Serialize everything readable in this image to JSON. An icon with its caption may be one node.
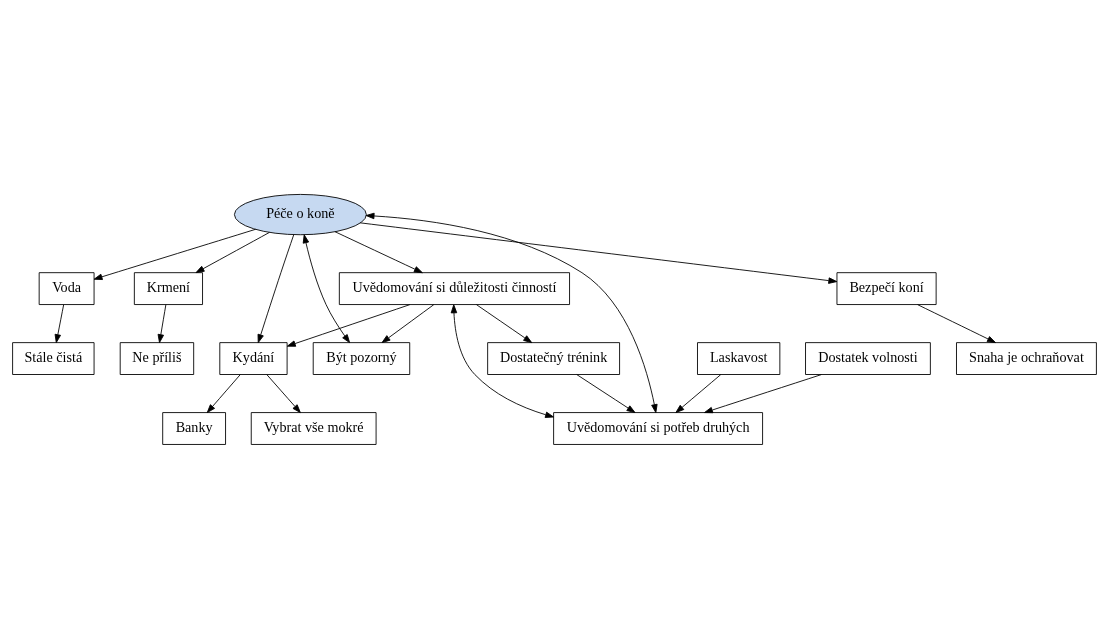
{
  "diagram": {
    "nodes": [
      {
        "text": [
          "Péče o koně"
        ]
      },
      {
        "text": [
          "Voda"
        ]
      },
      {
        "text": [
          "Stále čistá"
        ]
      },
      {
        "text": [
          "Krmení"
        ]
      },
      {
        "text": [
          "Ne příliš"
        ]
      },
      {
        "text": [
          "Kydání"
        ]
      },
      {
        "text": [
          "Vybrat vše mokré"
        ]
      },
      {
        "text": [
          "Banky"
        ]
      },
      {
        "text": [
          "Uvědomování si důležitosti činností"
        ]
      },
      {
        "text": [
          "Být pozorný"
        ]
      },
      {
        "text": [
          "Bezpečí koní"
        ]
      },
      {
        "text": [
          "Snaha je ochraňovat"
        ]
      },
      {
        "text": [
          "Dostatečný trénink"
        ]
      },
      {
        "text": [
          "Uvědomování si potřeb druhých"
        ]
      },
      {
        "text": [
          "Laskavost"
        ]
      },
      {
        "text": [
          "Dostatek volnosti"
        ]
      }
    ],
    "edges": [
      {
        "from": 0,
        "to": 1,
        "arrow": "to"
      },
      {
        "from": 1,
        "to": 2,
        "arrow": "to"
      },
      {
        "from": 0,
        "to": 3,
        "arrow": "to"
      },
      {
        "from": 3,
        "to": 4,
        "arrow": "to"
      },
      {
        "from": 0,
        "to": 5,
        "arrow": "to"
      },
      {
        "from": 5,
        "to": 6,
        "arrow": "to"
      },
      {
        "from": 5,
        "to": 7,
        "arrow": "to"
      },
      {
        "from": 8,
        "to": 5,
        "arrow": "to"
      },
      {
        "from": 0,
        "to": 8,
        "arrow": "to"
      },
      {
        "from": 0,
        "to": 9,
        "arrow": "both"
      },
      {
        "from": 8,
        "to": 9,
        "arrow": "to"
      },
      {
        "from": 8,
        "to": 12,
        "arrow": "to"
      },
      {
        "from": 0,
        "to": 10,
        "arrow": "to"
      },
      {
        "from": 10,
        "to": 11,
        "arrow": "to"
      },
      {
        "from": 0,
        "to": 13,
        "arrow": "both"
      },
      {
        "from": 8,
        "to": 13,
        "arrow": "both"
      },
      {
        "from": 12,
        "to": 13,
        "arrow": "to"
      },
      {
        "from": 14,
        "to": 13,
        "arrow": "to"
      },
      {
        "from": 15,
        "to": 13,
        "arrow": "to"
      }
    ]
  }
}
